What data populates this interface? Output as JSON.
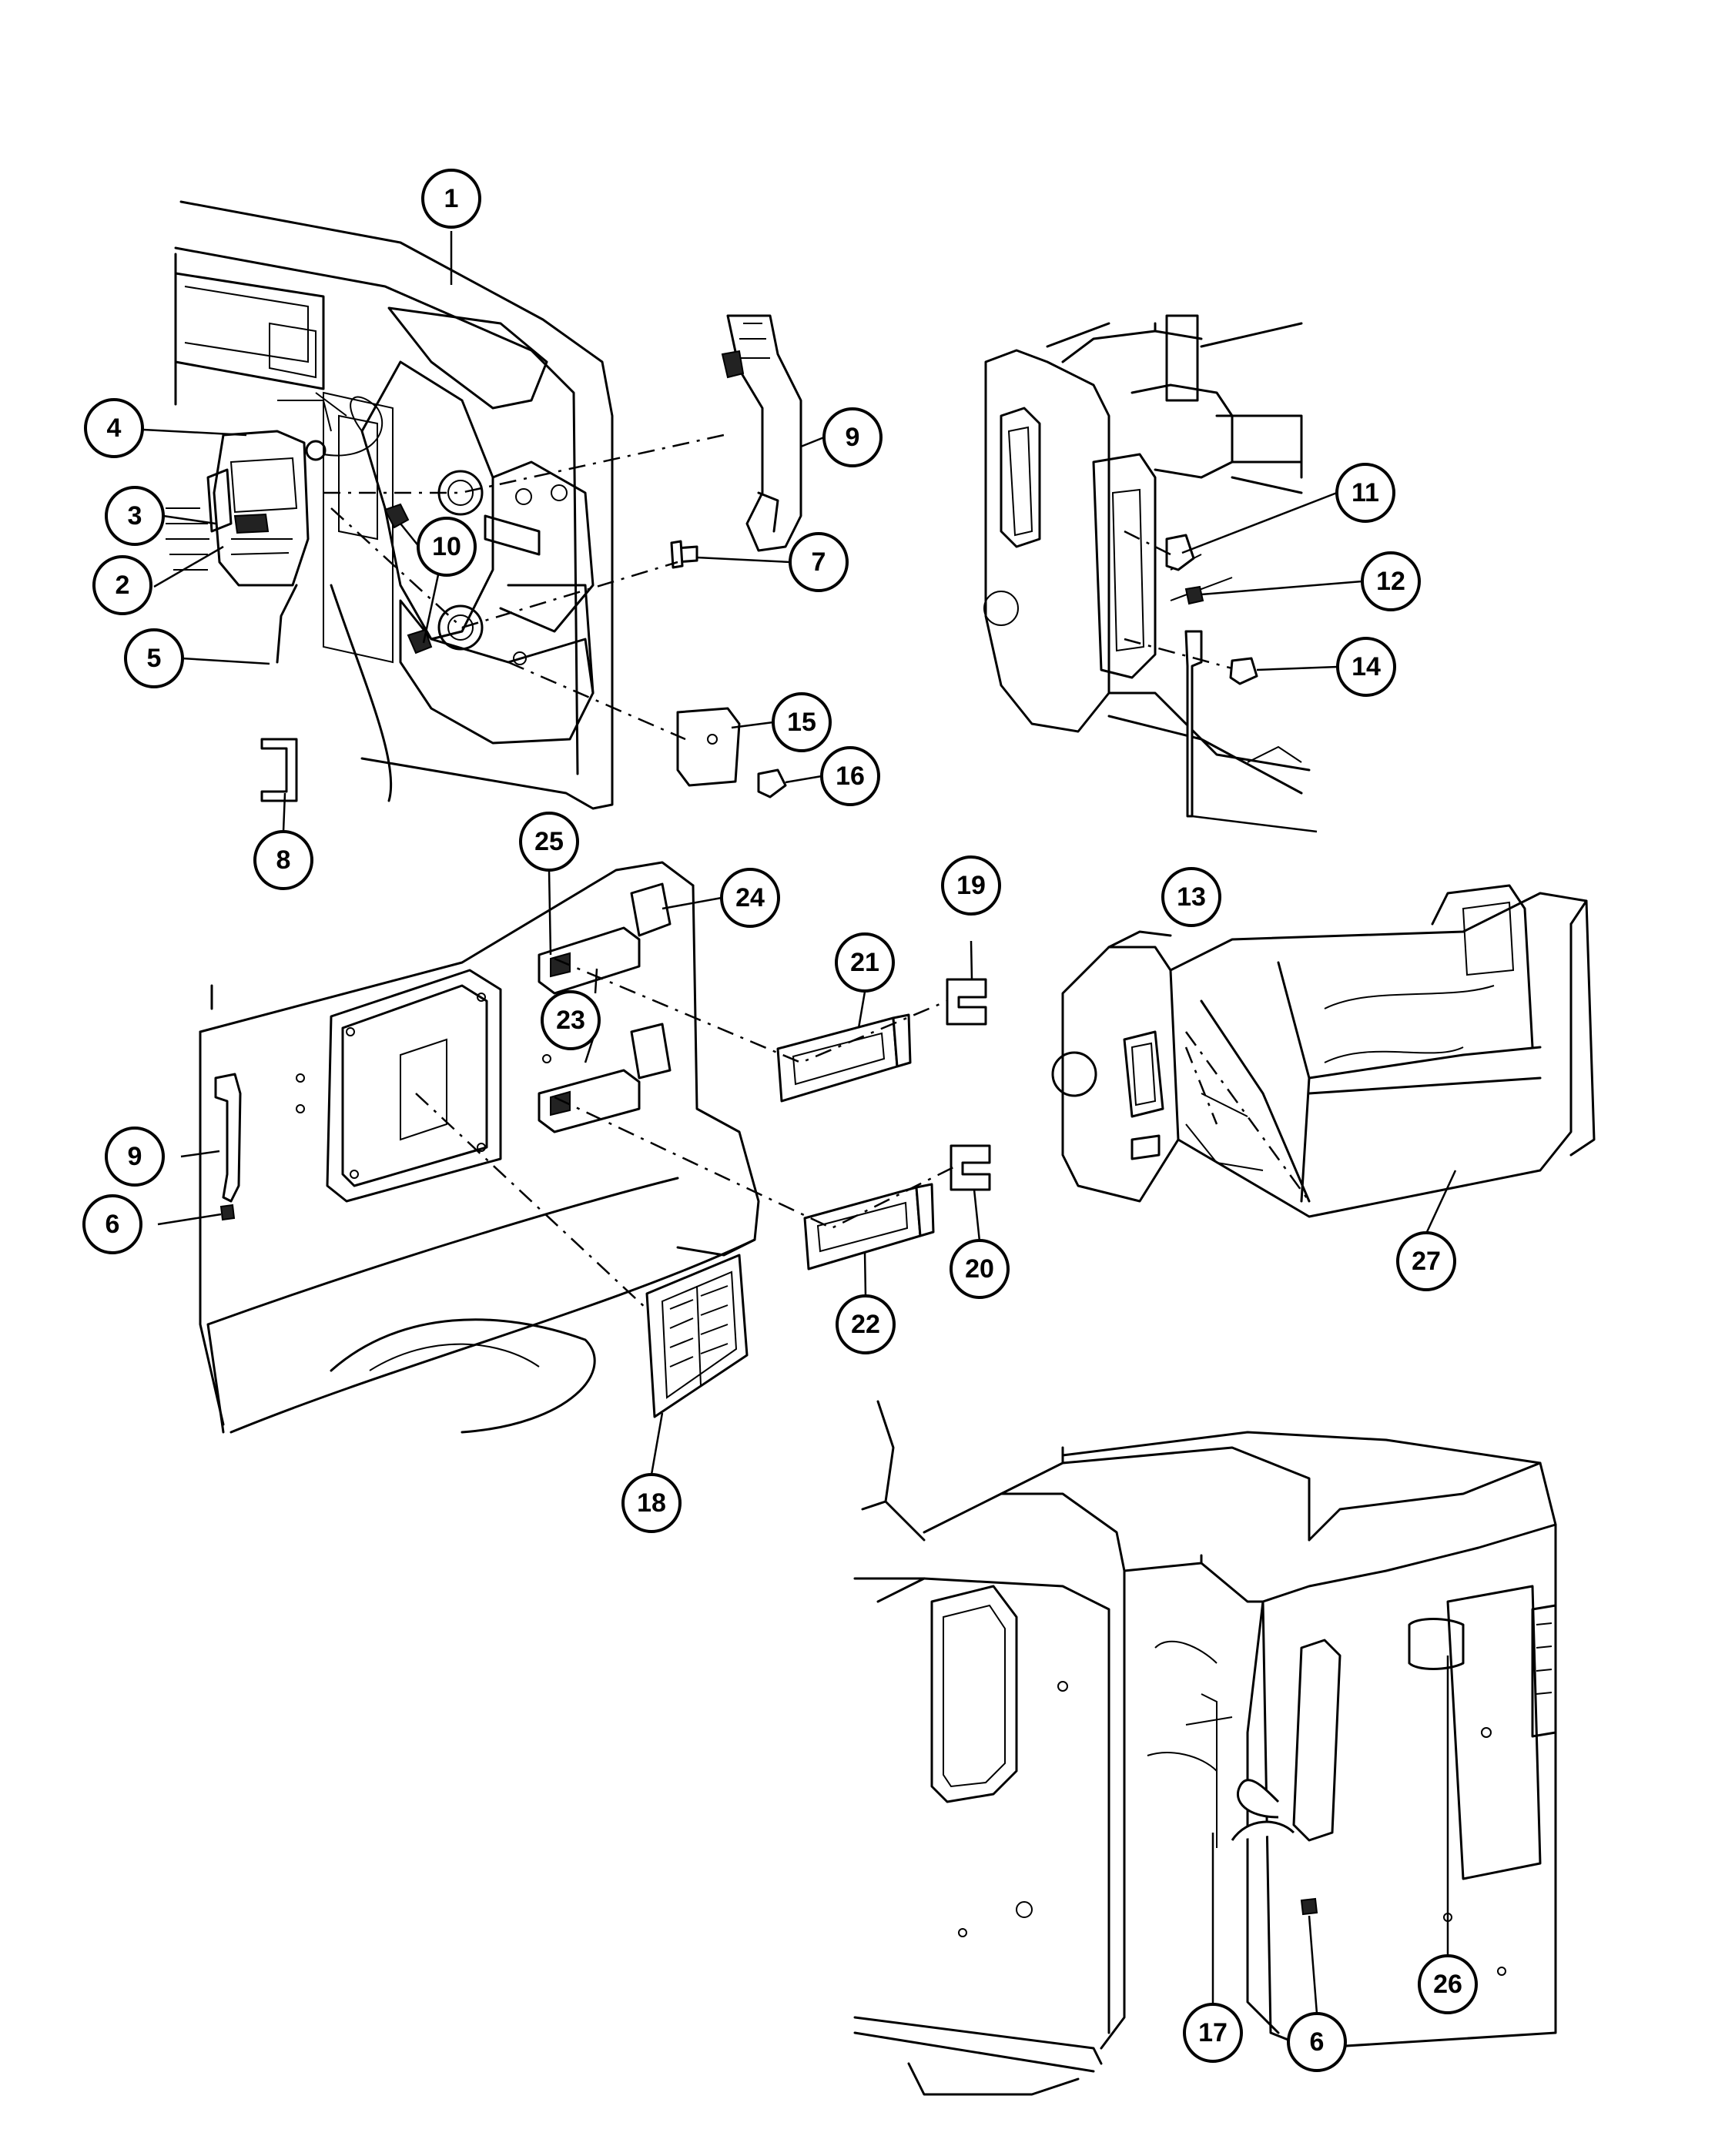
{
  "callouts": [
    {
      "label": "1"
    },
    {
      "label": "2"
    },
    {
      "label": "3"
    },
    {
      "label": "4"
    },
    {
      "label": "5"
    },
    {
      "label": "6"
    },
    {
      "label": "6"
    },
    {
      "label": "7"
    },
    {
      "label": "8"
    },
    {
      "label": "9"
    },
    {
      "label": "9"
    },
    {
      "label": "10"
    },
    {
      "label": "11"
    },
    {
      "label": "12"
    },
    {
      "label": "13"
    },
    {
      "label": "14"
    },
    {
      "label": "15"
    },
    {
      "label": "16"
    },
    {
      "label": "17"
    },
    {
      "label": "18"
    },
    {
      "label": "19"
    },
    {
      "label": "20"
    },
    {
      "label": "21"
    },
    {
      "label": "22"
    },
    {
      "label": "23"
    },
    {
      "label": "24"
    },
    {
      "label": "25"
    },
    {
      "label": "26"
    },
    {
      "label": "27"
    }
  ]
}
